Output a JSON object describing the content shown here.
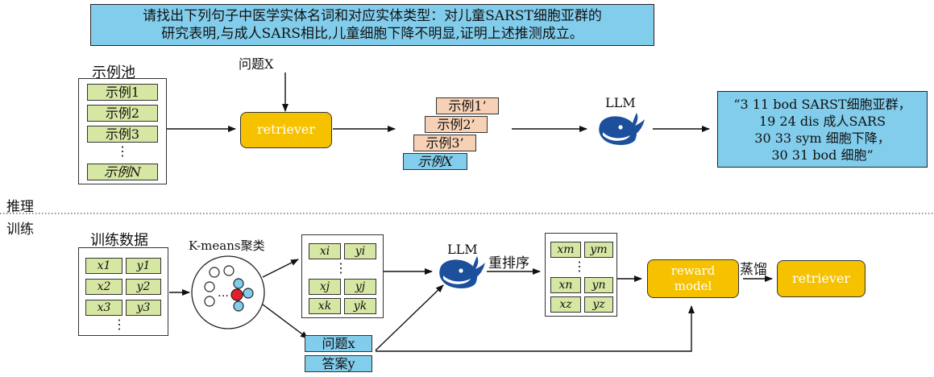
{
  "query_text_line1": "请找出下列句子中医学实体名词和对应实体类型：对儿童SARST细胞亚群的",
  "query_text_line2": "研究表明,与成人SARS相比,儿童细胞下降不明显,证明上述推测成立。",
  "inference": {
    "pool_title": "示例池",
    "pool_items": [
      "示例1",
      "示例2",
      "示例3"
    ],
    "pool_dots": "⋮",
    "pool_last": "示例N",
    "question_label": "问题X",
    "retriever_label": "retriever",
    "selected_items": [
      "示例1’",
      "示例2’",
      "示例3’"
    ],
    "selected_query": "示例X",
    "llm_label": "LLM",
    "result_lines": [
      "“3 11 bod SARST细胞亚群，",
      "19 24 dis 成人SARS",
      "30 33 sym 细胞下降，",
      "30 31 bod 细胞”"
    ]
  },
  "section_labels": {
    "inference": "推理",
    "training": "训练"
  },
  "training": {
    "data_title": "训练数据",
    "pairs": [
      [
        "x1",
        "y1"
      ],
      [
        "x2",
        "y2"
      ],
      [
        "x3",
        "y3"
      ]
    ],
    "dots": "⋮",
    "kmeans_label": "K-means聚类",
    "cluster_dots": "…",
    "cluster_pairs": [
      [
        "xi",
        "yi"
      ],
      [
        "xj",
        "yj"
      ],
      [
        "xk",
        "yk"
      ]
    ],
    "question_label": "问题x",
    "answer_label": "答案y",
    "llm_label": "LLM",
    "rerank_label": "重排序",
    "reranked_pairs": [
      [
        "xm",
        "ym"
      ],
      [
        "xn",
        "yn"
      ],
      [
        "xz",
        "yz"
      ]
    ],
    "reward_label_1": "reward",
    "reward_label_2": "model",
    "distill_label": "蒸馏",
    "retriever_label": "retriever"
  },
  "colors": {
    "blue": "#82cdec",
    "green": "#d6e6a3",
    "peach": "#f7d1b5",
    "gold": "#f6c200",
    "whale": "#1c4f9c"
  },
  "icons": [
    "whale-llm-icon",
    "whale-llm-icon"
  ]
}
